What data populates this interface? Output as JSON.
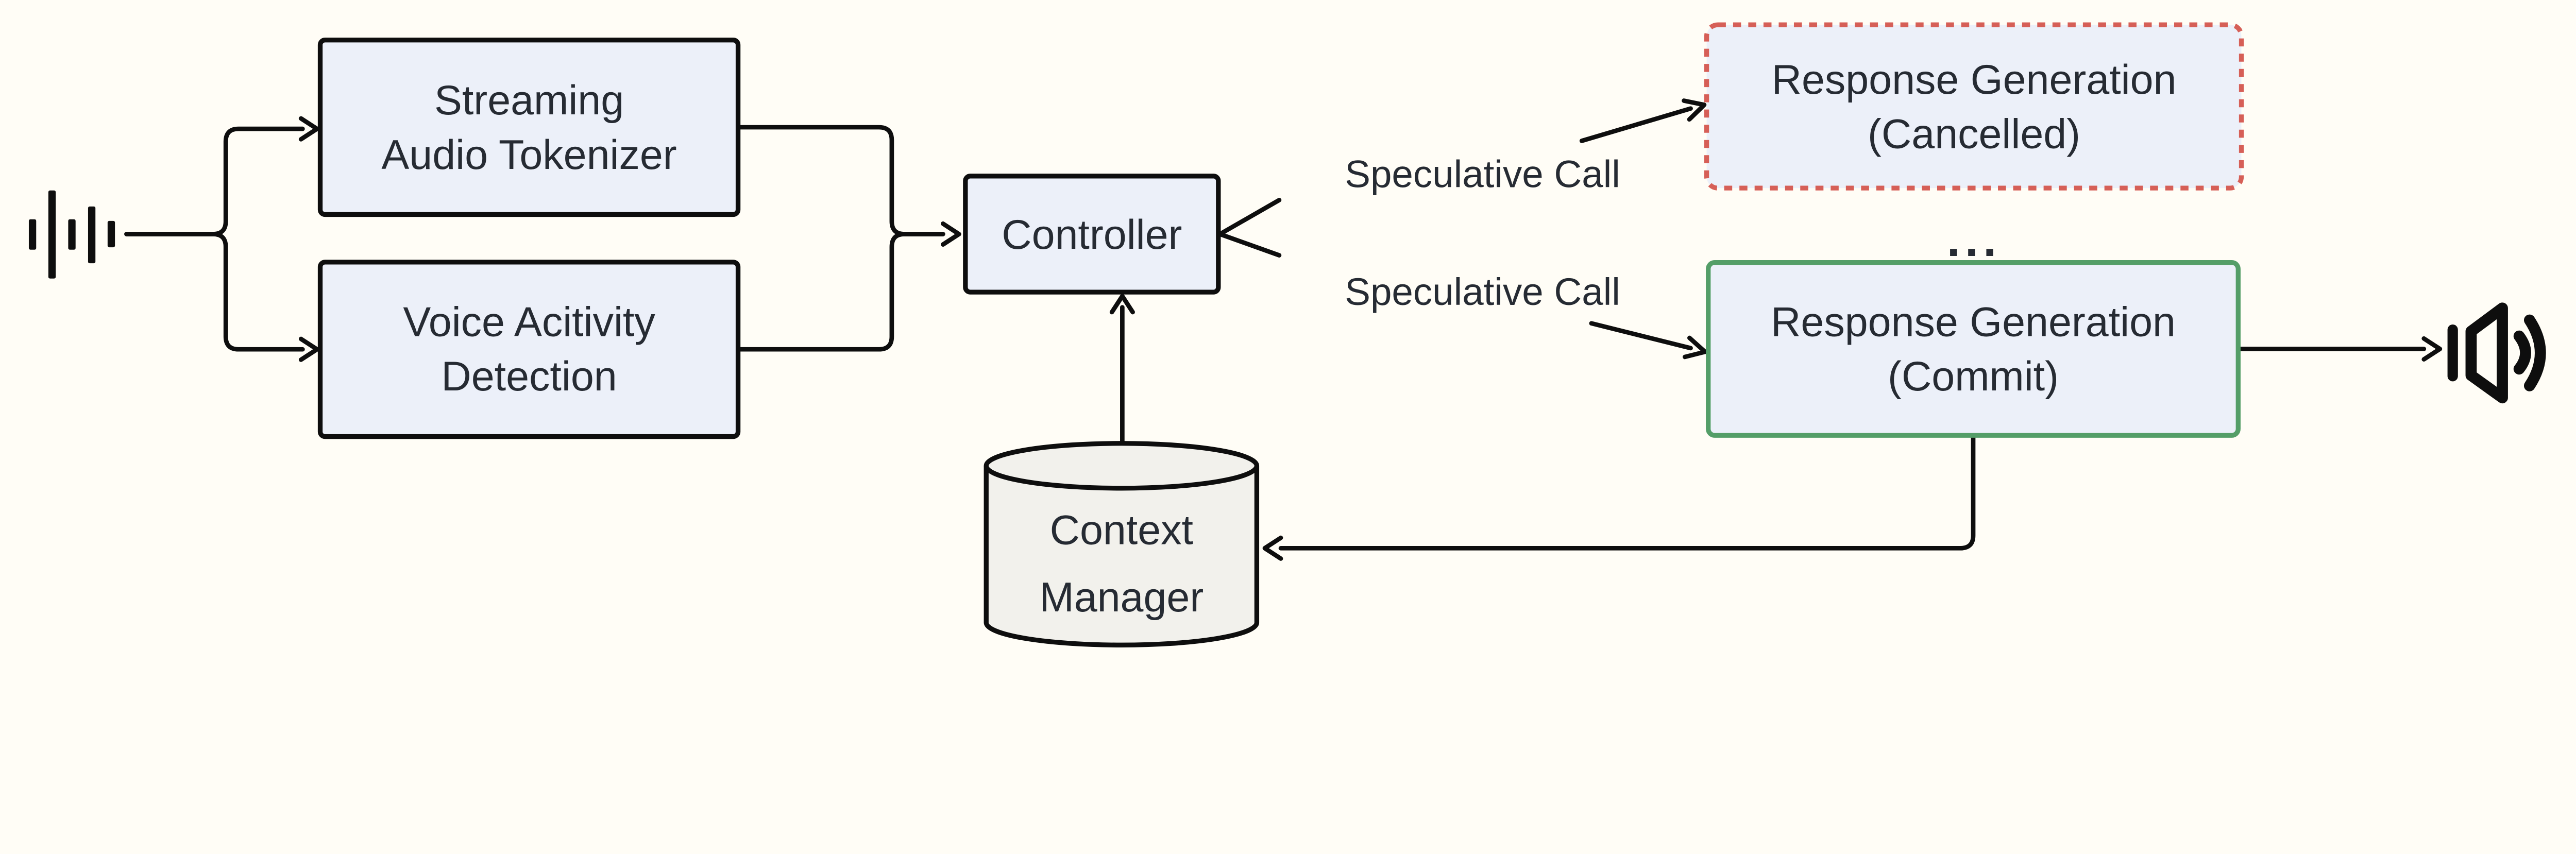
{
  "diagram": {
    "background": "#fffdf6",
    "line_color": "#0e0e0e",
    "text_color": "#262b33",
    "nodes": {
      "streaming_audio_tokenizer": {
        "line1": "Streaming",
        "line2": "Audio Tokenizer",
        "fill": "#ecf0f9",
        "border": "#0e0e0e"
      },
      "voice_activity_detection": {
        "line1": "Voice Acitivity",
        "line2": "Detection",
        "fill": "#ecf0f9",
        "border": "#0e0e0e"
      },
      "controller": {
        "label": "Controller",
        "fill": "#ecf0f9",
        "border": "#0e0e0e"
      },
      "response_cancelled": {
        "line1": "Response Generation",
        "line2": "(Cancelled)",
        "fill": "#ecf0f9",
        "border": "#d65f57",
        "border_style": "dashed"
      },
      "response_commit": {
        "line1": "Response Generation",
        "line2": "(Commit)",
        "fill": "#ecf0f9",
        "border": "#549e68",
        "border_style": "solid"
      },
      "context_manager": {
        "line1": "Context",
        "line2": "Manager",
        "fill": "#f2f1ec",
        "border": "#0e0e0e"
      }
    },
    "edges": {
      "speculative_call_top": "Speculative Call",
      "speculative_call_bottom": "Speculative Call",
      "ellipsis": "..."
    },
    "icons": {
      "input": "audio-waveform-icon",
      "output": "speaker-icon"
    }
  }
}
